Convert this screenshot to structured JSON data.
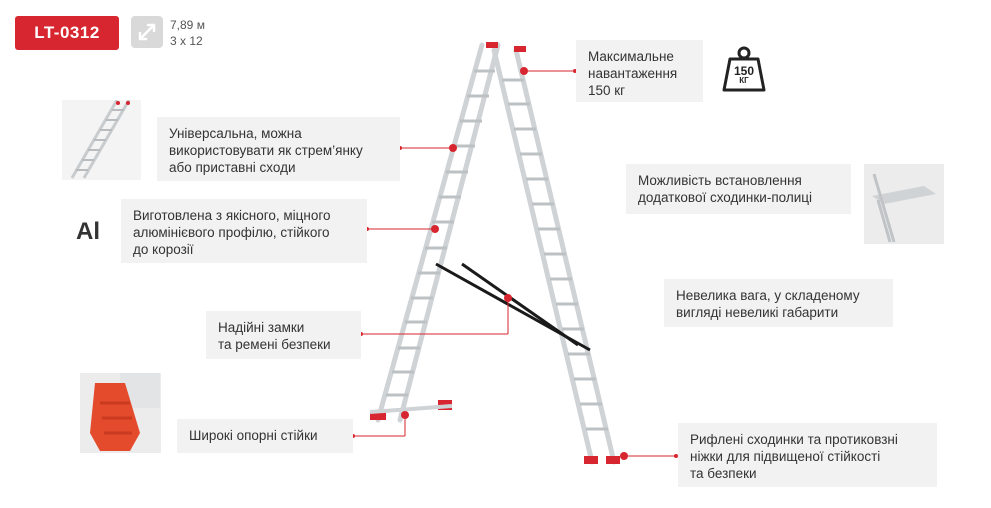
{
  "model": {
    "code": "LT-0312"
  },
  "dimensions": {
    "height": "7,89 м",
    "config": "3 x 12",
    "icon": "resize-arrows-icon"
  },
  "material": {
    "symbol": "Al"
  },
  "weight_icon": {
    "value": "150",
    "unit": "КГ",
    "icon": "weight-icon"
  },
  "features": [
    {
      "id": "max-load",
      "text": "Максимальне\nнавантаження\n150 кг"
    },
    {
      "id": "universal",
      "text": "Універсальна, можна\nвикористовувати як стрем’янку\nабо приставні сходи"
    },
    {
      "id": "material",
      "text": "Виготовлена з якісного, міцного\nалюмінієвого профілю, стійкого\nдо корозії"
    },
    {
      "id": "locks",
      "text": "Надійні замки\nта ремені безпеки"
    },
    {
      "id": "feet",
      "text": "Широкі опорні стійки"
    },
    {
      "id": "shelf",
      "text": "Можливість встановлення\nдодаткової сходинки-полиці"
    },
    {
      "id": "compact",
      "text": "Невелика вага, у складеному\nвигляді невеликі габарити"
    },
    {
      "id": "steps",
      "text": "Рифлені сходинки та протиковзні\nніжки для підвищеної стійкості\nта безпеки"
    }
  ],
  "colors": {
    "accent": "#d7262f",
    "box_bg": "#f2f2f2",
    "text": "#333333"
  }
}
